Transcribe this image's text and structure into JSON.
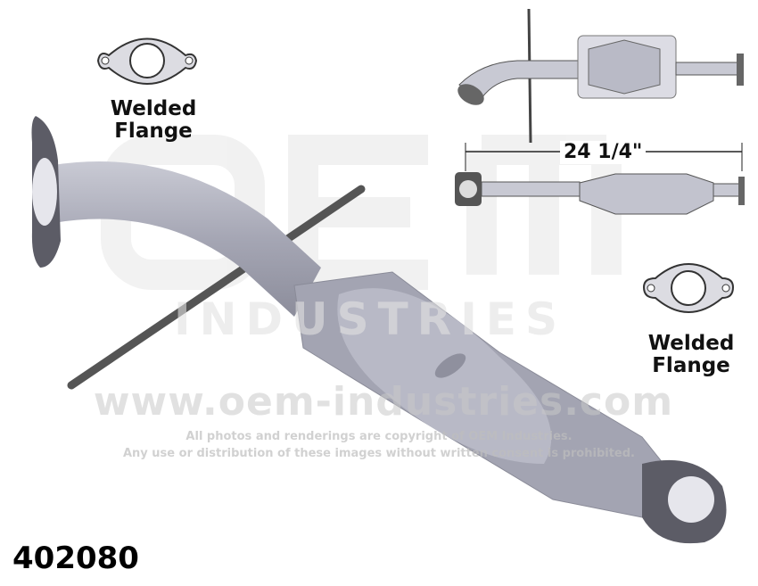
{
  "labels": {
    "flange_top_left_line1": "Welded",
    "flange_top_left_line2": "Flange",
    "flange_right_line1": "Welded",
    "flange_right_line2": "Flange",
    "dimension": "24 1/4\"",
    "part_number": "402080"
  },
  "watermark": {
    "logo": "OEM",
    "brand": "INDUSTRIES",
    "url": "www.oem-industries.com",
    "copyright_line1": "All photos and renderings are copyright of OEM Industries.",
    "copyright_line2": "Any use or distribution of these images without written consent is prohibited."
  },
  "colors": {
    "metal": "#a9aab8",
    "gasket": "#55555d",
    "text": "#111111"
  }
}
